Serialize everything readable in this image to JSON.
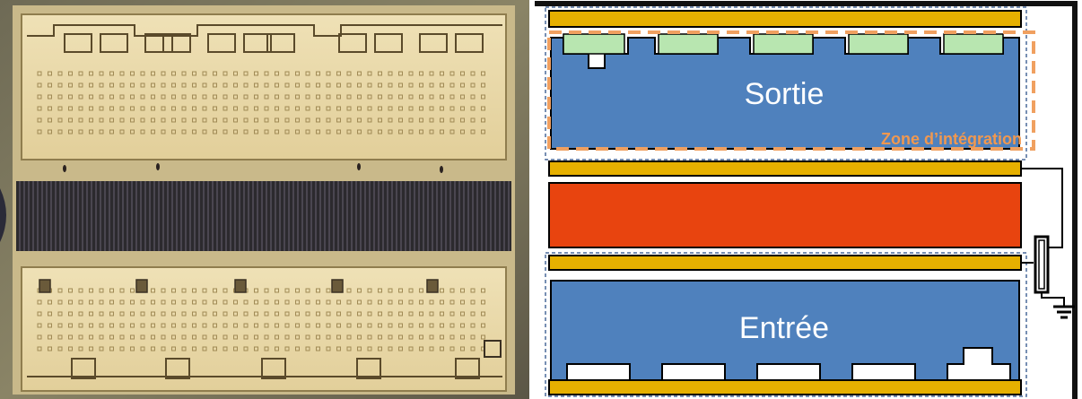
{
  "left_panel": {
    "name": "chip-micrograph"
  },
  "right_panel": {
    "labels": {
      "output": "Sortie",
      "input": "Entrée",
      "zone": "Zone d’intégration"
    },
    "colors": {
      "gold": "#e6b000",
      "blue": "#4f81bd",
      "red": "#e8440f",
      "green": "#b8e6b0",
      "orange_dash": "#f0a060",
      "outline": "#000000"
    }
  }
}
